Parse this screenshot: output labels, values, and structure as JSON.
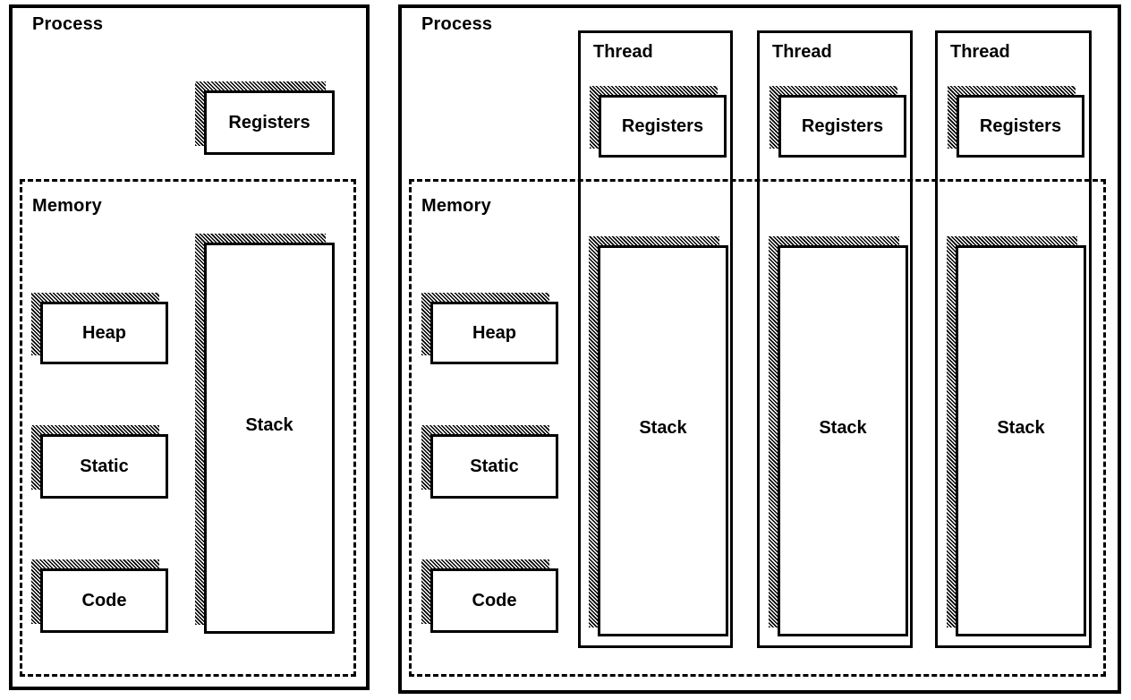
{
  "diagram": {
    "title_implied": "Single-threaded vs multithreaded process layout",
    "colors": {
      "line": "#000000",
      "background": "#ffffff",
      "shadow_pattern": "black-on-white dither"
    },
    "left_panel": {
      "title": "Process",
      "memory_label": "Memory",
      "registers_label": "Registers",
      "stack_label": "Stack",
      "heap_label": "Heap",
      "static_label": "Static",
      "code_label": "Code"
    },
    "right_panel": {
      "title": "Process",
      "memory_label": "Memory",
      "heap_label": "Heap",
      "static_label": "Static",
      "code_label": "Code",
      "threads": [
        {
          "label": "Thread",
          "registers_label": "Registers",
          "stack_label": "Stack"
        },
        {
          "label": "Thread",
          "registers_label": "Registers",
          "stack_label": "Stack"
        },
        {
          "label": "Thread",
          "registers_label": "Registers",
          "stack_label": "Stack"
        }
      ]
    }
  }
}
